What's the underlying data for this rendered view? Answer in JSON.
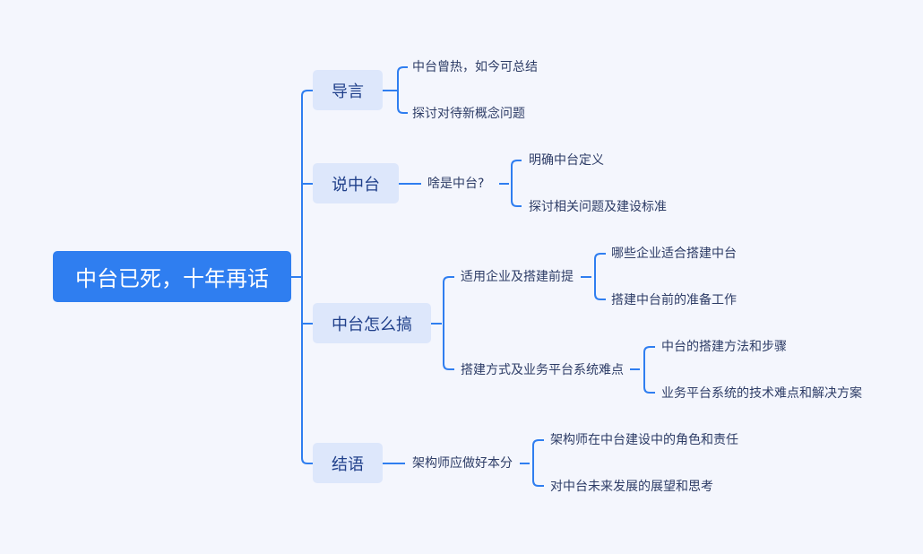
{
  "root": {
    "title": "中台已死，十年再话"
  },
  "branches": [
    {
      "label": "导言",
      "children": [
        "中台曾热，如今可总结",
        "探讨对待新概念问题"
      ]
    },
    {
      "label": "说中台",
      "sub": "啥是中台?",
      "children": [
        "明确中台定义",
        "探讨相关问题及建设标准"
      ]
    },
    {
      "label": "中台怎么搞",
      "subs": [
        {
          "label": "适用企业及搭建前提",
          "children": [
            "哪些企业适合搭建中台",
            "搭建中台前的准备工作"
          ]
        },
        {
          "label": "搭建方式及业务平台系统难点",
          "children": [
            "中台的搭建方法和步骤",
            "业务平台系统的技术难点和解决方案"
          ]
        }
      ]
    },
    {
      "label": "结语",
      "sub": "架构师应做好本分",
      "children": [
        "架构师在中台建设中的角色和责任",
        "对中台未来发展的展望和思考"
      ]
    }
  ],
  "colors": {
    "line": "#2f7ef0",
    "root_bg": "#2f7ef0",
    "branch_bg": "#dde7fb",
    "background": "#f4f6fd"
  }
}
